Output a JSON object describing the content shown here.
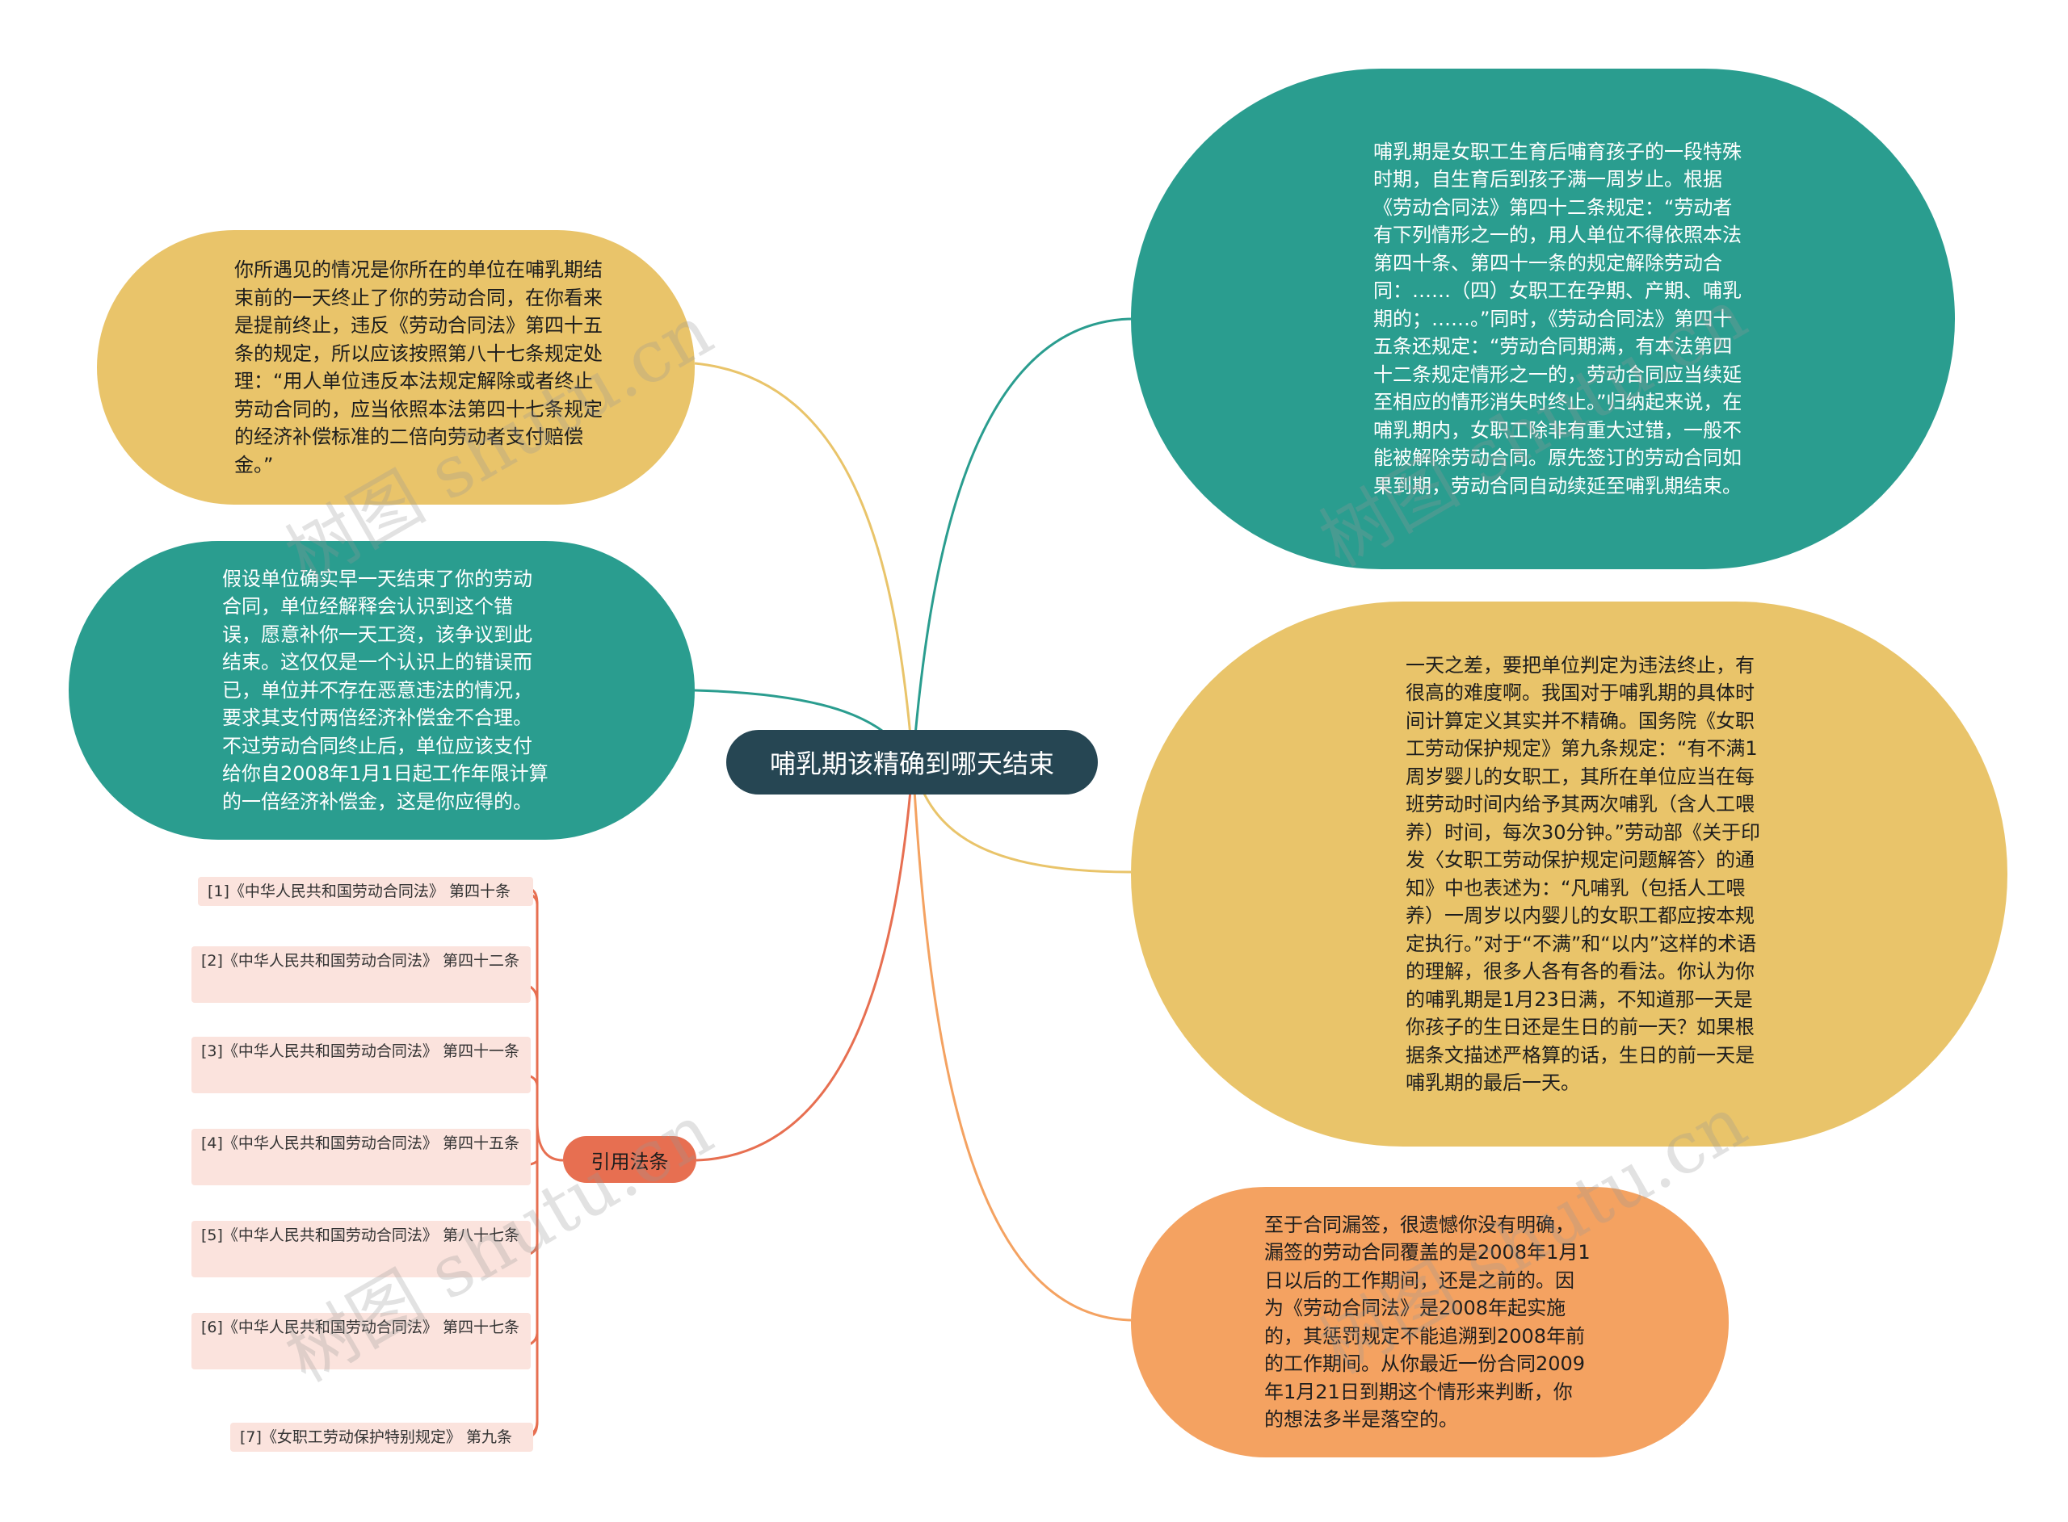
{
  "center": {
    "title": "哺乳期该精确到哪天结束"
  },
  "nodes": {
    "yellow_top_left": "你所遇见的情况是你所在的单位在哺乳期结束前的一天终止了你的劳动合同，在你看来是提前终止，违反《劳动合同法》第四十五条的规定，所以应该按照第八十七条规定处理：“用人单位违反本法规定解除或者终止劳动合同的，应当依照本法第四十七条规定的经济补偿标准的二倍向劳动者支付赔偿金。”",
    "teal_left": "假设单位确实早一天结束了你的劳动合同，单位经解释会认识到这个错误，愿意补你一天工资，该争议到此结束。这仅仅是一个认识上的错误而已，单位并不存在恶意违法的情况，要求其支付两倍经济补偿金不合理。不过劳动合同终止后，单位应该支付给你自2008年1月1日起工作年限计算的一倍经济补偿金，这是你应得的。",
    "teal_right": "哺乳期是女职工生育后哺育孩子的一段特殊时期，自生育后到孩子满一周岁止。根据《劳动合同法》第四十二条规定：“劳动者有下列情形之一的，用人单位不得依照本法第四十条、第四十一条的规定解除劳动合同：……（四）女职工在孕期、产期、哺乳期的；……。”同时，《劳动合同法》第四十五条还规定：“劳动合同期满，有本法第四十二条规定情形之一的，劳动合同应当续延至相应的情形消失时终止。”归纳起来说，在哺乳期内，女职工除非有重大过错，一般不能被解除劳动合同。原先签订的劳动合同如果到期，劳动合同自动续延至哺乳期结束。",
    "yellow_right": "一天之差，要把单位判定为违法终止，有很高的难度啊。我国对于哺乳期的具体时间计算定义其实并不精确。国务院《女职工劳动保护规定》第九条规定：“有不满1周岁婴儿的女职工，其所在单位应当在每班劳动时间内给予其两次哺乳（含人工喂养）时间，每次30分钟。”劳动部《关于印发〈女职工劳动保护规定问题解答〉的通知》中也表述为：“凡哺乳（包括人工喂养）一周岁以内婴儿的女职工都应按本规定执行。”对于“不满”和“以内”这样的术语的理解，很多人各有各的看法。你认为你的哺乳期是1月23日满，不知道那一天是你孩子的生日还是生日的前一天？如果根据条文描述严格算的话，生日的前一天是哺乳期的最后一天。",
    "orange_right": "至于合同漏签，很遗憾你没有明确，漏签的劳动合同覆盖的是2008年1月1日以后的工作期间，还是之前的。因为《劳动合同法》是2008年起实施的，其惩罚规定不能追溯到2008年前的工作期间。从你最近一份合同2009年1月21日到期这个情形来判断，你的想法多半是落空的。"
  },
  "citations": {
    "hub_label": "引用法条",
    "items": [
      "[1]《中华人民共和国劳动合同法》 第四十条",
      "[2]《中华人民共和国劳动合同法》 第四十二条",
      "[3]《中华人民共和国劳动合同法》 第四十一条",
      "[4]《中华人民共和国劳动合同法》 第四十五条",
      "[5]《中华人民共和国劳动合同法》 第八十七条",
      "[6]《中华人民共和国劳动合同法》 第四十七条",
      "[7]《女职工劳动保护特别规定》 第九条"
    ]
  },
  "watermark": "树图 shutu.cn",
  "colors": {
    "center": "#264653",
    "teal": "#2a9d8f",
    "yellow": "#e9c46a",
    "orange": "#f4a261",
    "citation_hub": "#e76f51",
    "citation_leaf": "#fbe3dd"
  }
}
